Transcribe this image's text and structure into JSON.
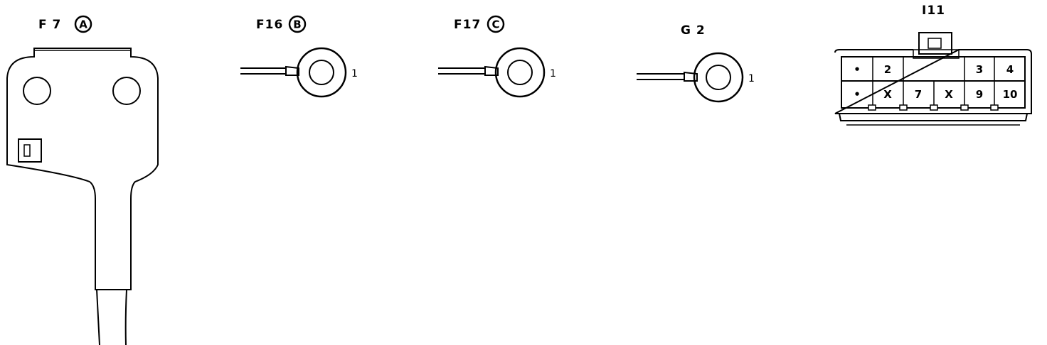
{
  "connectors": {
    "f7": {
      "code": "F 7",
      "badge": "A"
    },
    "f16": {
      "code": "F16",
      "badge": "B",
      "pin": "1"
    },
    "f17": {
      "code": "F17",
      "badge": "C",
      "pin": "1"
    },
    "g2": {
      "code": "G 2",
      "pin": "1"
    },
    "i11": {
      "code": "I11",
      "top_row": [
        "•",
        "2",
        "3",
        "4"
      ],
      "bottom_row": [
        "•",
        "X",
        "7",
        "X",
        "9",
        "10"
      ]
    }
  },
  "colors": {
    "line": "#000000",
    "background": "#ffffff"
  }
}
